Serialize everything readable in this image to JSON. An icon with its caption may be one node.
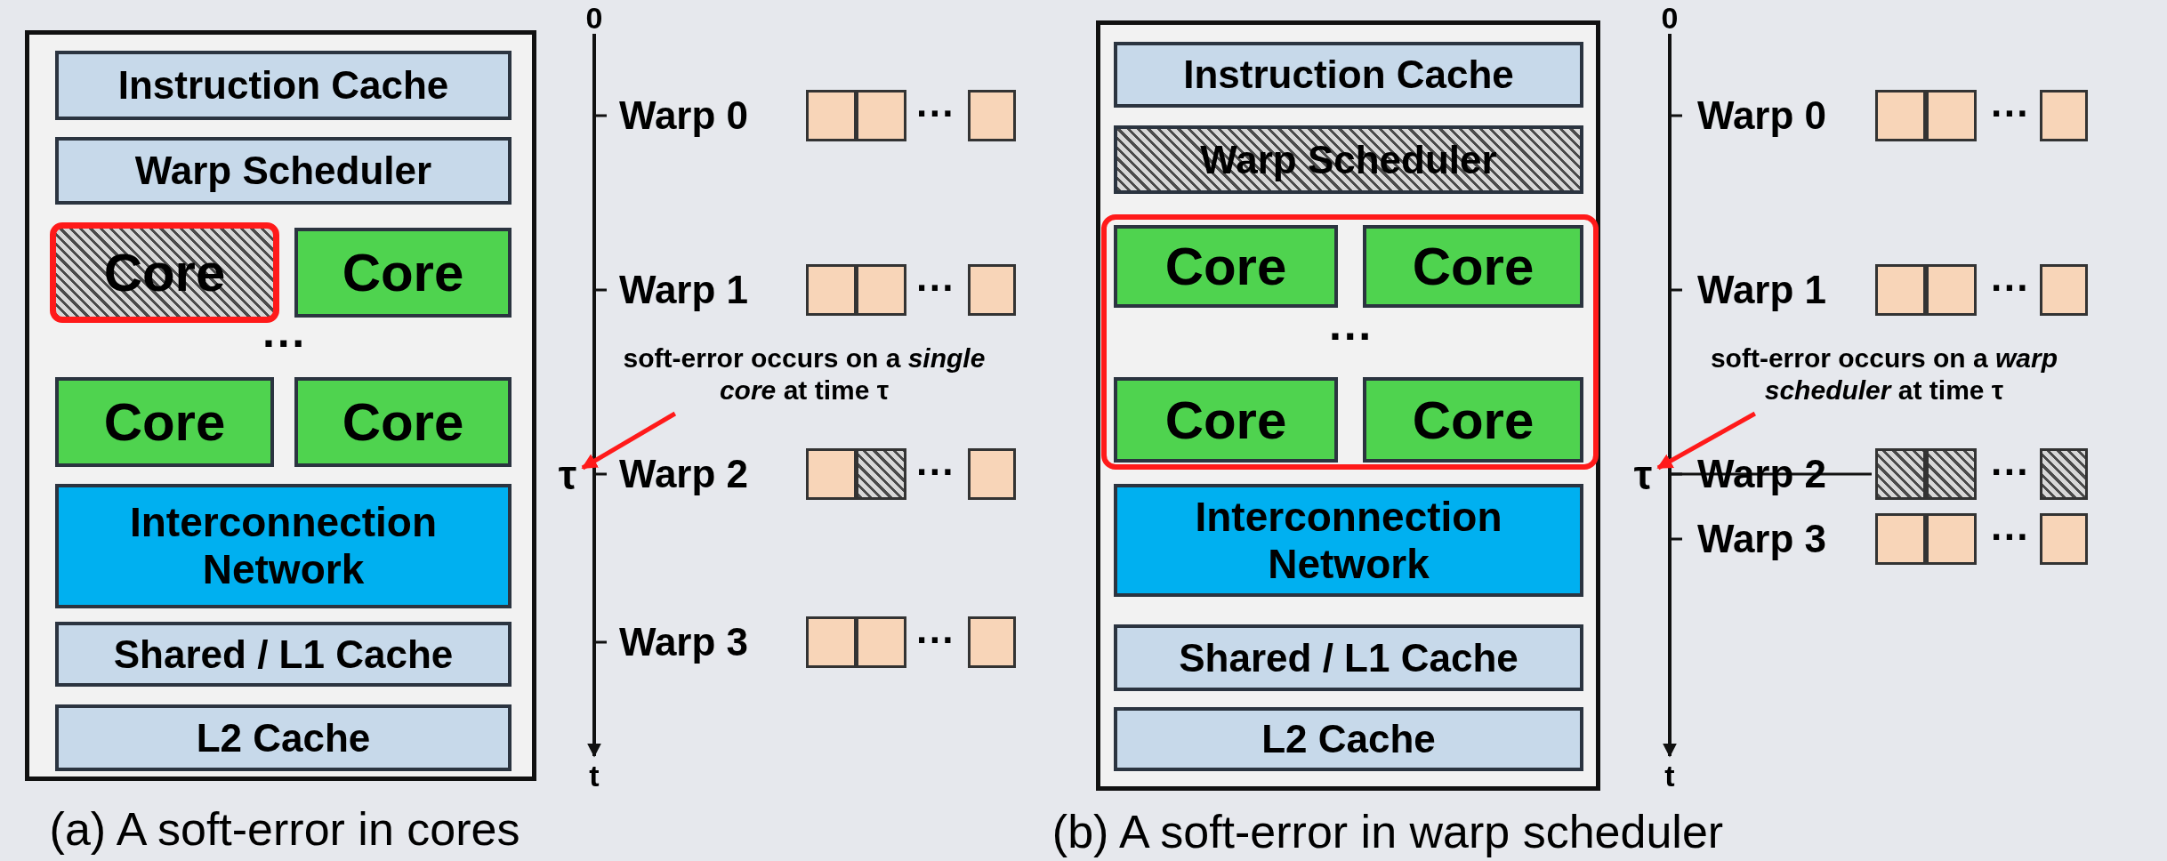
{
  "diagram": {
    "nodes": [
      {
        "text": [],
        "shape": "box"
      },
      {
        "text": [
          "Instruction Cache"
        ],
        "in": 0
      },
      {
        "text": [
          "Warp Scheduler"
        ],
        "in": 0
      },
      {
        "text": [
          "Core"
        ],
        "in": 0
      },
      {
        "text": [
          "Core"
        ],
        "in": 0
      },
      {
        "text": [
          "Core"
        ],
        "in": 0
      },
      {
        "text": [
          "Core"
        ],
        "in": 0
      },
      {
        "text": [
          "Interconnection Network"
        ],
        "in": 0
      },
      {
        "text": [
          "Shared / L1 Cache"
        ],
        "in": 0
      },
      {
        "text": [
          "L2 Cache"
        ],
        "in": 0
      },
      {
        "text": [
          "soft-error occurs on a *single core* at time τ"
        ]
      },
      {
        "text": [],
        "shape": "box"
      },
      {
        "text": [
          "Instruction Cache"
        ],
        "in": 11
      },
      {
        "text": [
          "Warp Scheduler"
        ],
        "in": 11
      },
      {
        "text": [],
        "shape": "box",
        "in": 11
      },
      {
        "text": [
          "Core"
        ],
        "in": 14
      },
      {
        "text": [
          "Core"
        ],
        "in": 14
      },
      {
        "text": [
          "Core"
        ],
        "in": 14
      },
      {
        "text": [
          "Core"
        ],
        "in": 14
      },
      {
        "text": [
          "Interconnection Network"
        ],
        "in": 11
      },
      {
        "text": [
          "Shared / L1 Cache"
        ],
        "in": 11
      },
      {
        "text": [
          "L2 Cache"
        ],
        "in": 11
      },
      {
        "text": [
          "soft-error occurs on a *warp scheduler* at time τ"
        ]
      },
      {
        "text": [
          "τ"
        ]
      },
      {
        "text": [
          "τ"
        ]
      }
    ],
    "edges": [
      {
        "from": 10,
        "to": 23,
        "arrow": "to"
      },
      {
        "from": 22,
        "to": 24,
        "arrow": "to"
      }
    ],
    "labels": [
      "···",
      "0",
      "Warp 0",
      "···",
      "Warp 1",
      "···",
      "Warp 2",
      "···",
      "Warp 3",
      "···",
      "t",
      "···",
      "0",
      "Warp 0",
      "···",
      "Warp 1",
      "···",
      "Warp 2",
      "···",
      "Warp 3",
      "···",
      "t",
      "(a) A soft-error in cores",
      "(b) A soft-error in warp scheduler"
    ]
  }
}
